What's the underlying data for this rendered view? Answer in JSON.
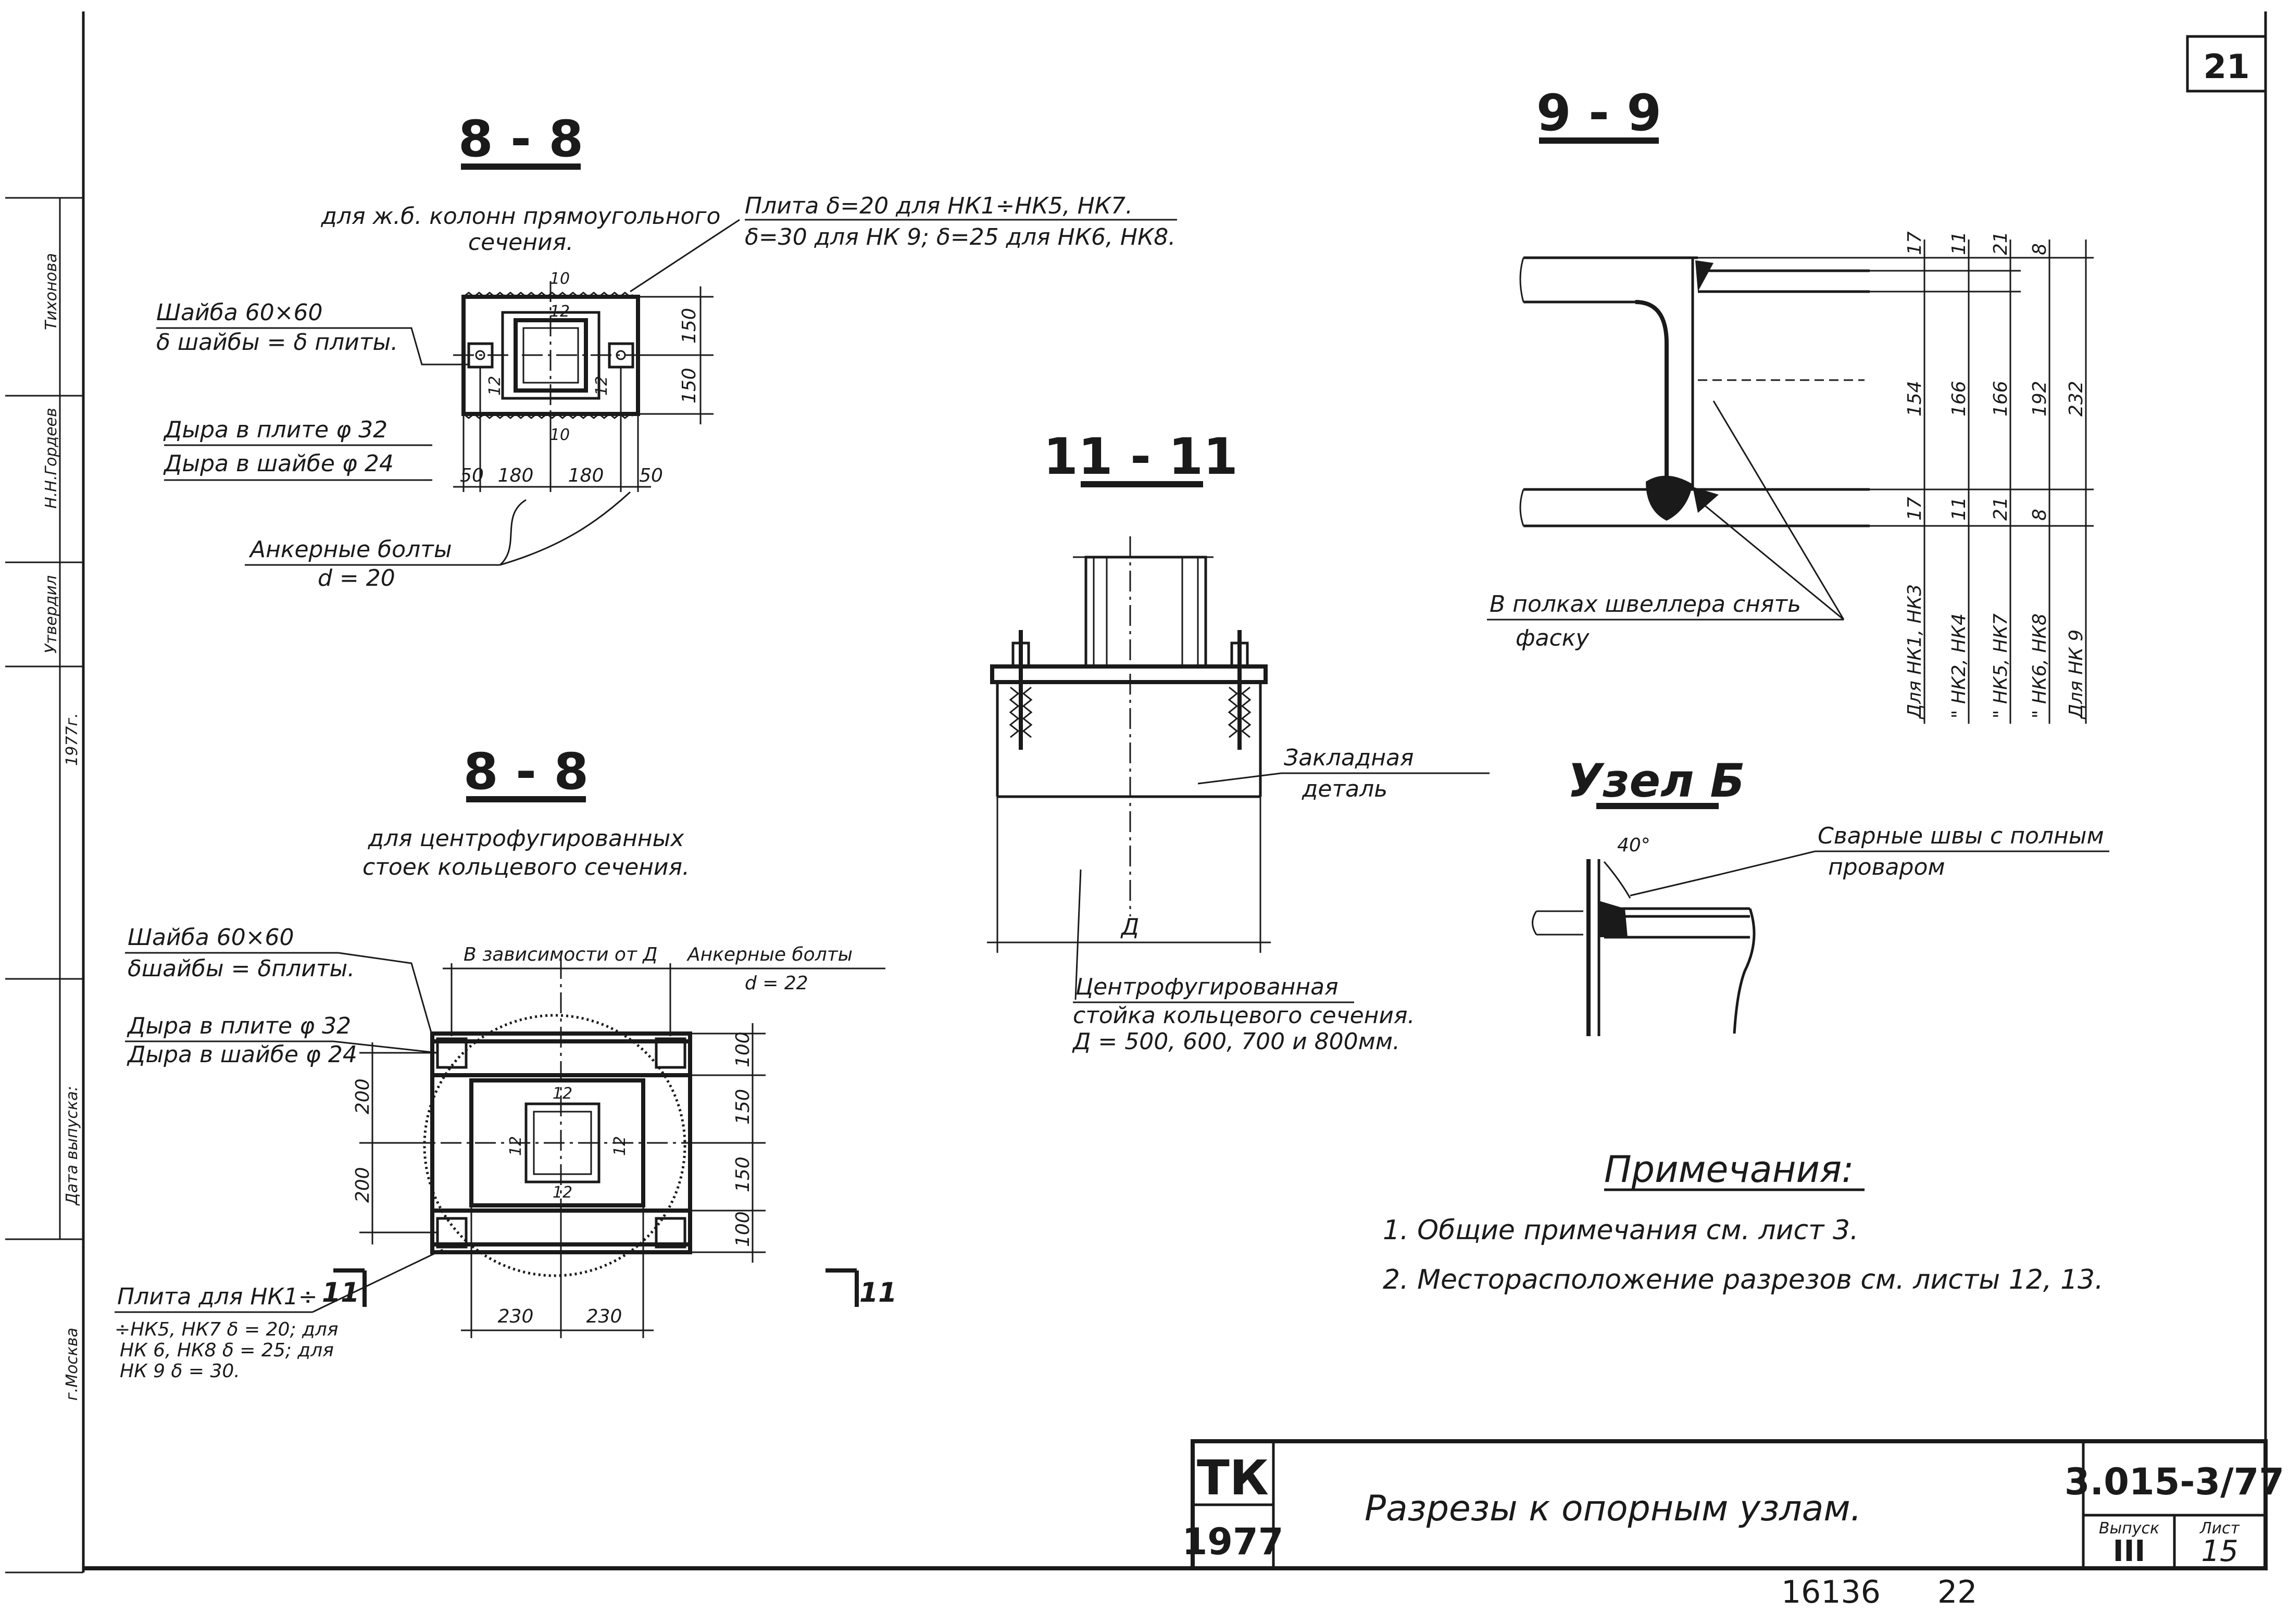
{
  "sheet": {
    "page_corner_number": "21",
    "series_code": "3.015-3/77",
    "issue_label": "Выпуск",
    "issue_value": "III",
    "sheet_label": "Лист",
    "sheet_value": "15",
    "org_top": "ТК",
    "org_year": "1977",
    "title": "Разрезы к опорным узлам.",
    "inventory": "16136",
    "inventory_page": "22"
  },
  "side_strip": {
    "items": [
      "Тихонова",
      "Н.Н.Гордеев",
      "Утвердил",
      "1977г.",
      "Дата выпуска:",
      "г.Москва"
    ]
  },
  "section_88_top": {
    "title": "8 - 8",
    "subtitle_1": "для ж.б. колонн прямоугольного",
    "subtitle_2": "сечения.",
    "plate_note_1": "Плита δ=20 для НК1÷НК5, НК7.",
    "plate_note_2": "δ=30 для НК 9;  δ=25 для НК6, НК8.",
    "washer_1": "Шайба  60×60",
    "washer_2": "δ шайбы = δ плиты.",
    "hole_1": "Дыра в плите  φ 32",
    "hole_2": "Дыра в шайбе  φ 24",
    "bolts_1": "Анкерные болты",
    "bolts_2": "d = 20",
    "dims_h": [
      "50",
      "180",
      "180",
      "50"
    ],
    "dims_v": [
      "150",
      "150"
    ],
    "dim_10_top": "10",
    "dim_10_bottom": "10",
    "dim_12_left": "12",
    "dim_12_right": "12",
    "dim_12_top": "12"
  },
  "section_88_bottom": {
    "title": "8 - 8",
    "subtitle_1": "для центрофугированных",
    "subtitle_2": "стоек кольцевого сечения.",
    "washer_1": "Шайба  60×60",
    "washer_2": "δшайбы = δплиты.",
    "hole_1": "Дыра в плите φ 32",
    "hole_2": "Дыра в шайбе φ 24",
    "depends": "В зависимости от Д",
    "bolts_1": "Анкерные болты",
    "bolts_2": "d = 22",
    "plate_1": "Плита для НК1÷",
    "plate_2": "÷НК5, НК7 δ = 20; для",
    "plate_3": "НК 6, НК8 δ = 25; для",
    "plate_4": "НК 9  δ = 30.",
    "dims_v_left": [
      "200",
      "200"
    ],
    "dims_v_right": [
      "100",
      "150",
      "150",
      "100"
    ],
    "dims_h": [
      "230",
      "230"
    ],
    "dim_12_a": "12",
    "dim_12_b": "12",
    "dim_12_c": "12",
    "dim_12_d": "12",
    "cut_mark_left": "11",
    "cut_mark_right": "11"
  },
  "section_1111": {
    "title": "11 - 11",
    "embed_1": "Закладная",
    "embed_2": "деталь",
    "column_1": "Центрофугированная",
    "column_2": "стойка кольцевого сечения.",
    "column_3": "Д = 500, 600, 700  и  800мм.",
    "dim_D": "Д"
  },
  "section_99": {
    "title": "9 - 9",
    "chamfer_1": "В полках  швеллера снять",
    "chamfer_2": "фаску",
    "dims_top": [
      "17",
      "11",
      "21",
      "8"
    ],
    "dims_mid": [
      "154",
      "166",
      "166",
      "192",
      "232"
    ],
    "dims_bottom": [
      "17",
      "11",
      "21",
      "8"
    ],
    "for_labels": [
      "Для НК1, НК3",
      "\" НК2, НК4",
      "\" НК5, НК7",
      "\" НК6, НК8",
      "Для  НК 9"
    ]
  },
  "node_b": {
    "title": "Узел Б",
    "angle": "40°",
    "weld_1": "Сварные швы с полным",
    "weld_2": "проваром"
  },
  "notes": {
    "title": "Примечания:",
    "item_1": "1.  Общие  примечания  см.  лист 3.",
    "item_2": "2.  Месторасположение разрезов см. листы 12, 13."
  }
}
